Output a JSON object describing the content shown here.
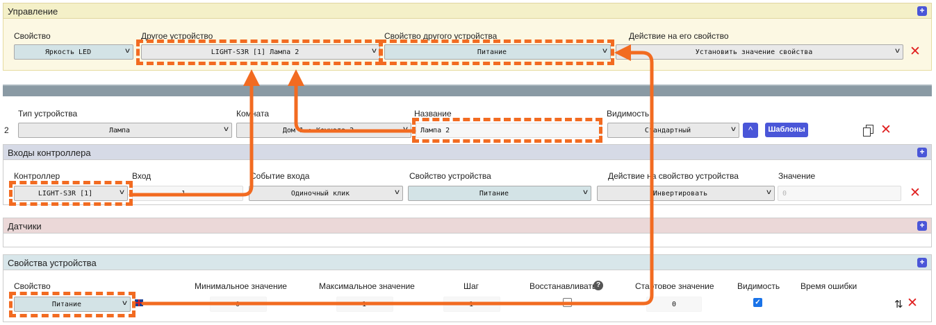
{
  "control_panel": {
    "title": "Управление",
    "label_property": "Свойство",
    "label_other_device": "Другое устройство",
    "label_other_property": "Свойство другого устройства",
    "label_action": "Действие на его свойство",
    "property_value": "Яркость LED",
    "other_device_value": "LIGHT-S3R [1] Лампа 2",
    "other_property_value": "Питание",
    "action_value": "Установить значение свойства"
  },
  "device": {
    "index": "2",
    "label_type": "Тип устройства",
    "label_room": "Комната",
    "label_name": "Название",
    "label_visibility": "Видимость",
    "type_value": "Лампа",
    "room_value": "Дом 1 : Комната 2",
    "name_value": "Лампа 2",
    "visibility_value": "Стандартный",
    "templates_label": "Шаблоны"
  },
  "inputs_panel": {
    "title": "Входы контроллера",
    "label_controller": "Контроллер",
    "label_input": "Вход",
    "label_event": "Событие входа",
    "label_device_property": "Свойство устройства",
    "label_action": "Действие на свойство устройства",
    "label_value": "Значение",
    "controller_value": "LIGHT-S3R [1]",
    "input_value": "1",
    "event_value": "Одиночный клик",
    "device_property_value": "Питание",
    "action_value": "Инвертировать",
    "value_placeholder": "0"
  },
  "sensors_panel": {
    "title": "Датчики"
  },
  "props_panel": {
    "title": "Свойства устройства",
    "label_property": "Свойство",
    "label_min": "Минимальное значение",
    "label_max": "Максимальное значение",
    "label_step": "Шаг",
    "label_restore": "Восстанавливать",
    "label_start": "Стартовое значение",
    "label_visibility": "Видимость",
    "label_error_time": "Время ошибки",
    "property_value": "Питание",
    "min_value": "0",
    "max_value": "1",
    "step_value": "1",
    "start_value": "0",
    "restore_checked": false,
    "visible_checked": true
  },
  "colors": {
    "control_bg": "#fcf8e3",
    "control_head": "#f4f0c8",
    "divider": "#8a9aa4",
    "inputs_head": "#d6dae6",
    "sensors_head": "#ebd8d8",
    "props_head": "#d8e6ea",
    "annotation": "#f26b21",
    "accent": "#4a56d8",
    "delete": "#e02020"
  },
  "icons": {
    "add": "plus-icon",
    "delete": "close-icon",
    "copy": "copy-icon",
    "collapse": "chevron-up-icon",
    "help": "question-circle-icon",
    "flag": "uk-flag-icon",
    "sort": "sort-arrows-icon"
  }
}
